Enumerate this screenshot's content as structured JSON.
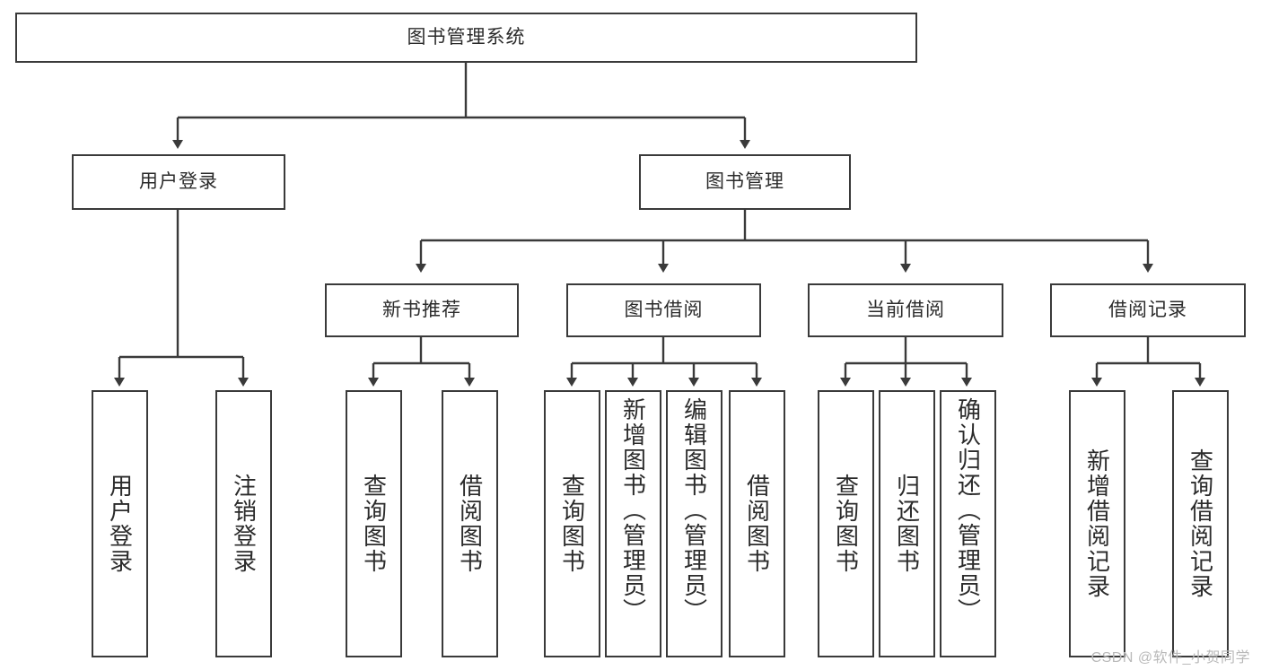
{
  "diagram": {
    "title": "图书管理系统",
    "type": "hierarchy-tree",
    "root": {
      "label": "图书管理系统"
    },
    "level2": [
      {
        "label": "用户登录"
      },
      {
        "label": "图书管理"
      }
    ],
    "level3": [
      {
        "label": "新书推荐"
      },
      {
        "label": "图书借阅"
      },
      {
        "label": "当前借阅"
      },
      {
        "label": "借阅记录"
      }
    ],
    "leaves": {
      "user_login": [
        {
          "label": "用户登录"
        },
        {
          "label": "注销登录"
        }
      ],
      "new_book_recommend": [
        {
          "label": "查询图书"
        },
        {
          "label": "借阅图书"
        }
      ],
      "book_borrow": [
        {
          "label": "查询图书"
        },
        {
          "label": "新增图书（管理员）"
        },
        {
          "label": "编辑图书（管理员）"
        },
        {
          "label": "借阅图书"
        }
      ],
      "current_borrow": [
        {
          "label": "查询图书"
        },
        {
          "label": "归还图书"
        },
        {
          "label": "确认归还（管理员）"
        }
      ],
      "borrow_record": [
        {
          "label": "新增借阅记录"
        },
        {
          "label": "查询借阅记录"
        }
      ]
    },
    "watermark": "CSDN @软件_小贺同学",
    "colors": {
      "stroke": "#3a3a3a",
      "fill": "#ffffff",
      "text": "#2b2b2b",
      "watermark": "#b9b9b9"
    }
  }
}
